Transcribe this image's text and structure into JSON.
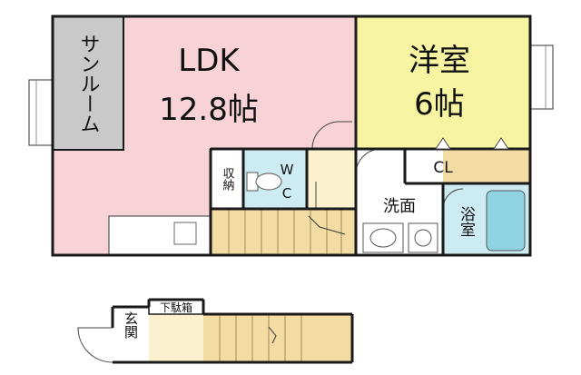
{
  "rooms": {
    "ldk": {
      "name": "LDK",
      "size": "12.8帖",
      "color": "#f7d3d8"
    },
    "western": {
      "name": "洋室",
      "size": "6帖",
      "color": "#f7f5a2"
    },
    "sunroom": {
      "name": "サンルーム",
      "color": "#c9c9c9"
    },
    "storage": {
      "name": "収納"
    },
    "wc": {
      "line1": "W",
      "line2": "C",
      "color": "#cdebf3"
    },
    "closet": {
      "name": "CL",
      "color": "#f3dca3"
    },
    "washroom": {
      "name": "洗面",
      "color": "#ffffff"
    },
    "bathroom": {
      "name": "浴室",
      "color": "#cdebf3"
    },
    "entrance": {
      "name": "玄関"
    },
    "shoe_cabinet": {
      "name": "下駄箱"
    }
  },
  "colors": {
    "wall": "#1a1a1a",
    "stairs": "#f3dca3",
    "hall": "#fbf1cf",
    "fixture": "#8fd3e3"
  }
}
